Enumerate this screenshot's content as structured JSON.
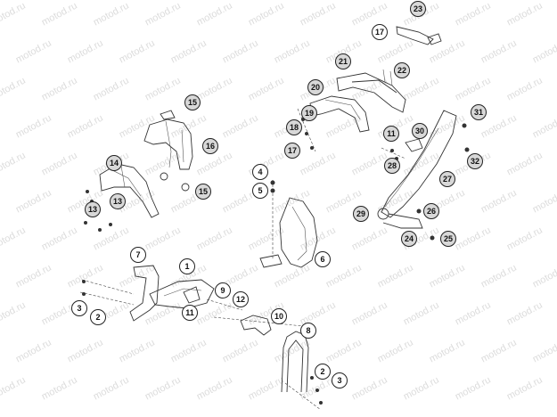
{
  "watermark": "motod.ru",
  "colors": {
    "line": "#333333",
    "callout_fill": "#d8d8d8",
    "background": "#ffffff"
  },
  "callouts": [
    {
      "label": "23"
    },
    {
      "label": "17"
    },
    {
      "label": "22"
    },
    {
      "label": "21"
    },
    {
      "label": "20"
    },
    {
      "label": "19"
    },
    {
      "label": "18"
    },
    {
      "label": "17"
    },
    {
      "label": "31"
    },
    {
      "label": "30"
    },
    {
      "label": "11"
    },
    {
      "label": "28"
    },
    {
      "label": "32"
    },
    {
      "label": "27"
    },
    {
      "label": "26"
    },
    {
      "label": "29"
    },
    {
      "label": "24"
    },
    {
      "label": "25"
    },
    {
      "label": "15"
    },
    {
      "label": "16"
    },
    {
      "label": "14"
    },
    {
      "label": "13"
    },
    {
      "label": "13"
    },
    {
      "label": "15"
    },
    {
      "label": "4"
    },
    {
      "label": "5"
    },
    {
      "label": "6"
    },
    {
      "label": "7"
    },
    {
      "label": "1"
    },
    {
      "label": "9"
    },
    {
      "label": "12"
    },
    {
      "label": "11"
    },
    {
      "label": "3"
    },
    {
      "label": "2"
    },
    {
      "label": "10"
    },
    {
      "label": "8"
    },
    {
      "label": "2"
    },
    {
      "label": "3"
    }
  ]
}
